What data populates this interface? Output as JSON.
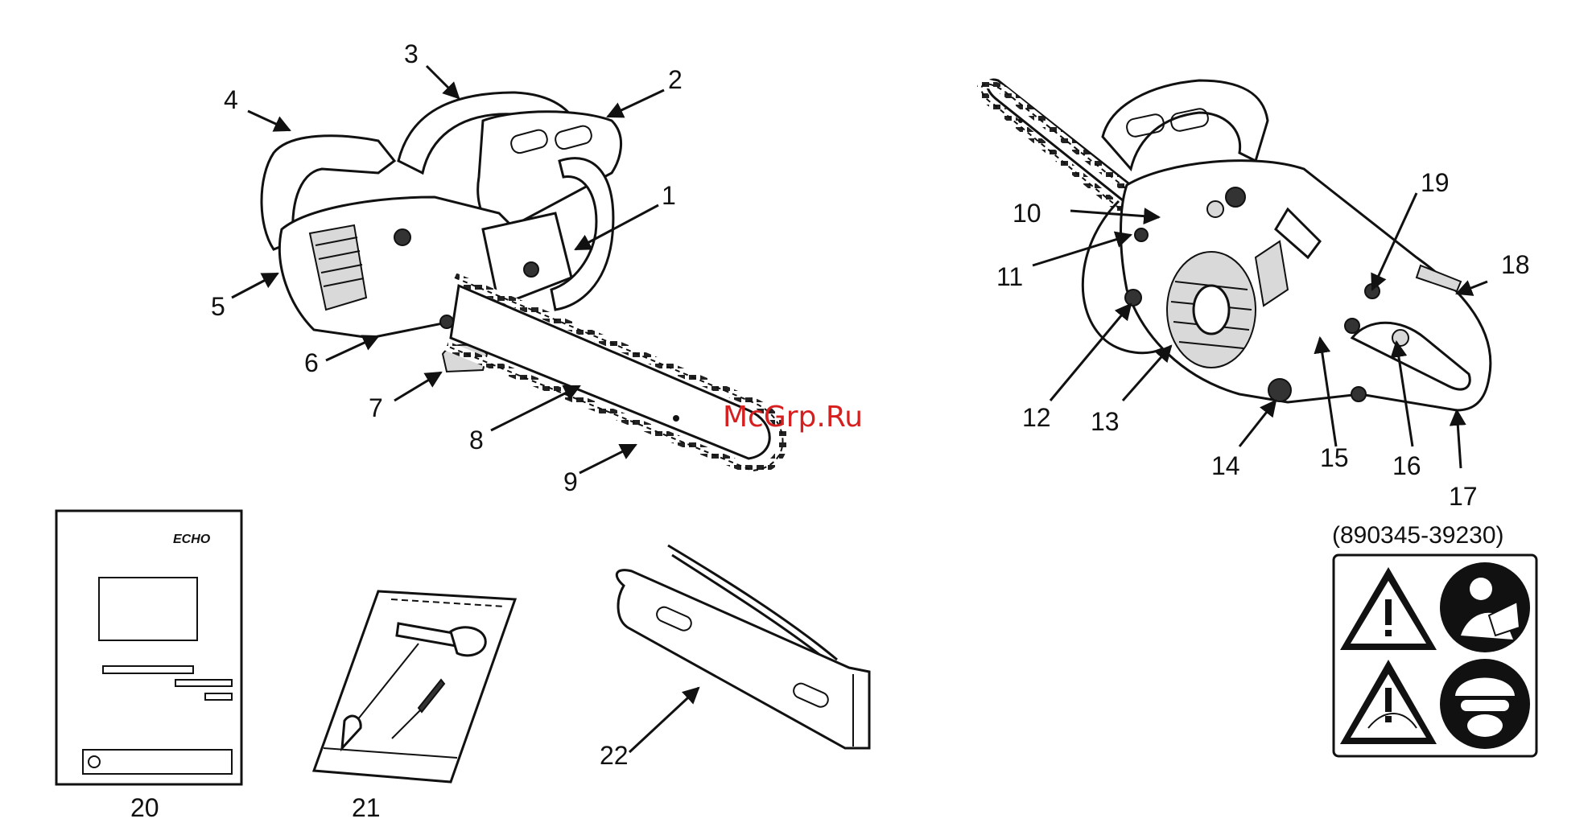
{
  "labels": {
    "l1": "1",
    "l2": "2",
    "l3": "3",
    "l4": "4",
    "l5": "5",
    "l6": "6",
    "l7": "7",
    "l8": "8",
    "l9": "9",
    "l10": "10",
    "l11": "11",
    "l12": "12",
    "l13": "13",
    "l14": "14",
    "l15": "15",
    "l16": "16",
    "l17": "17",
    "l18": "18",
    "l19": "19",
    "l20": "20",
    "l21": "21",
    "l22": "22"
  },
  "part_code": "(890345-39230)",
  "watermark": "McGrp.Ru",
  "colors": {
    "line": "#111111",
    "watermark": "#d62020",
    "background": "#ffffff"
  }
}
